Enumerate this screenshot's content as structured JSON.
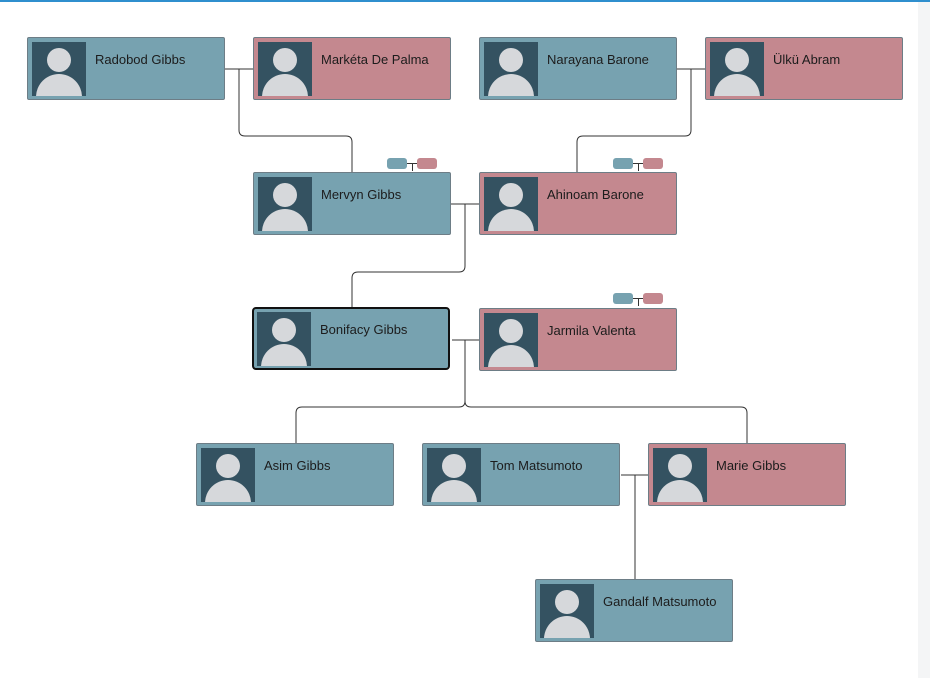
{
  "tree": {
    "people": [
      {
        "id": "radobod",
        "name": "Radobod Gibbs",
        "gender": "male"
      },
      {
        "id": "marketa",
        "name": "Markéta De Palma",
        "gender": "female"
      },
      {
        "id": "narayana",
        "name": "Narayana Barone",
        "gender": "male"
      },
      {
        "id": "ulku",
        "name": "Ülkü Abram",
        "gender": "female"
      },
      {
        "id": "mervyn",
        "name": "Mervyn Gibbs",
        "gender": "male"
      },
      {
        "id": "ahinoam",
        "name": "Ahinoam Barone",
        "gender": "female"
      },
      {
        "id": "bonifacy",
        "name": "Bonifacy Gibbs",
        "gender": "male",
        "selected": true
      },
      {
        "id": "jarmila",
        "name": "Jarmila Valenta",
        "gender": "female"
      },
      {
        "id": "asim",
        "name": "Asim Gibbs",
        "gender": "male"
      },
      {
        "id": "tom",
        "name": "Tom Matsumoto",
        "gender": "male"
      },
      {
        "id": "marie",
        "name": "Marie Gibbs",
        "gender": "female"
      },
      {
        "id": "gandalf",
        "name": "Gandalf Matsumoto",
        "gender": "male"
      }
    ],
    "couples": [
      {
        "partners": [
          "radobod",
          "marketa"
        ],
        "children": [
          "mervyn"
        ]
      },
      {
        "partners": [
          "narayana",
          "ulku"
        ],
        "children": [
          "ahinoam"
        ]
      },
      {
        "partners": [
          "mervyn",
          "ahinoam"
        ],
        "children": [
          "bonifacy"
        ]
      },
      {
        "partners": [
          "bonifacy",
          "jarmila"
        ],
        "children": [
          "asim",
          "marie"
        ]
      },
      {
        "partners": [
          "tom",
          "marie"
        ],
        "children": [
          "gandalf"
        ]
      }
    ],
    "colors": {
      "male": "#77a2b0",
      "female": "#c4888f",
      "avatar": "#345261",
      "accent": "#2f8fce"
    },
    "icons": {
      "avatar": "person-silhouette-icon",
      "expand_parents": "parents-toggle-icon"
    }
  }
}
